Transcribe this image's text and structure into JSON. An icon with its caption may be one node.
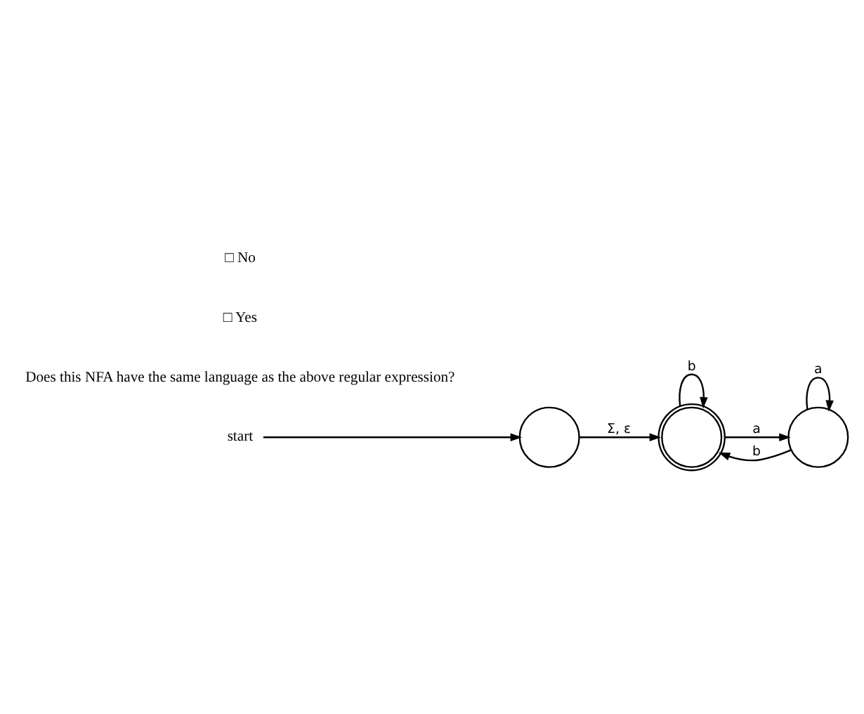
{
  "diagram": {
    "nodes": [
      {
        "text": [
          "start"
        ]
      },
      {
        "text": [],
        "shape": "circle"
      },
      {
        "text": [],
        "shape": "circle"
      },
      {
        "text": [],
        "shape": "circle"
      }
    ],
    "edges": [
      {
        "from": 0,
        "to": 1,
        "arrow": "to"
      },
      {
        "from": 1,
        "to": 2,
        "arrow": "to",
        "label": "Σ, ε"
      },
      {
        "from": 2,
        "to": 2,
        "arrow": "to",
        "label": "b"
      },
      {
        "from": 2,
        "to": 3,
        "arrow": "to",
        "label": "a"
      },
      {
        "from": 3,
        "to": 3,
        "arrow": "to",
        "label": "a"
      },
      {
        "from": 3,
        "to": 2,
        "arrow": "to",
        "label": "b"
      }
    ],
    "labels": [
      "Does this NFA have the same language as the above regular expression?",
      "□ Yes",
      "□ No"
    ]
  }
}
